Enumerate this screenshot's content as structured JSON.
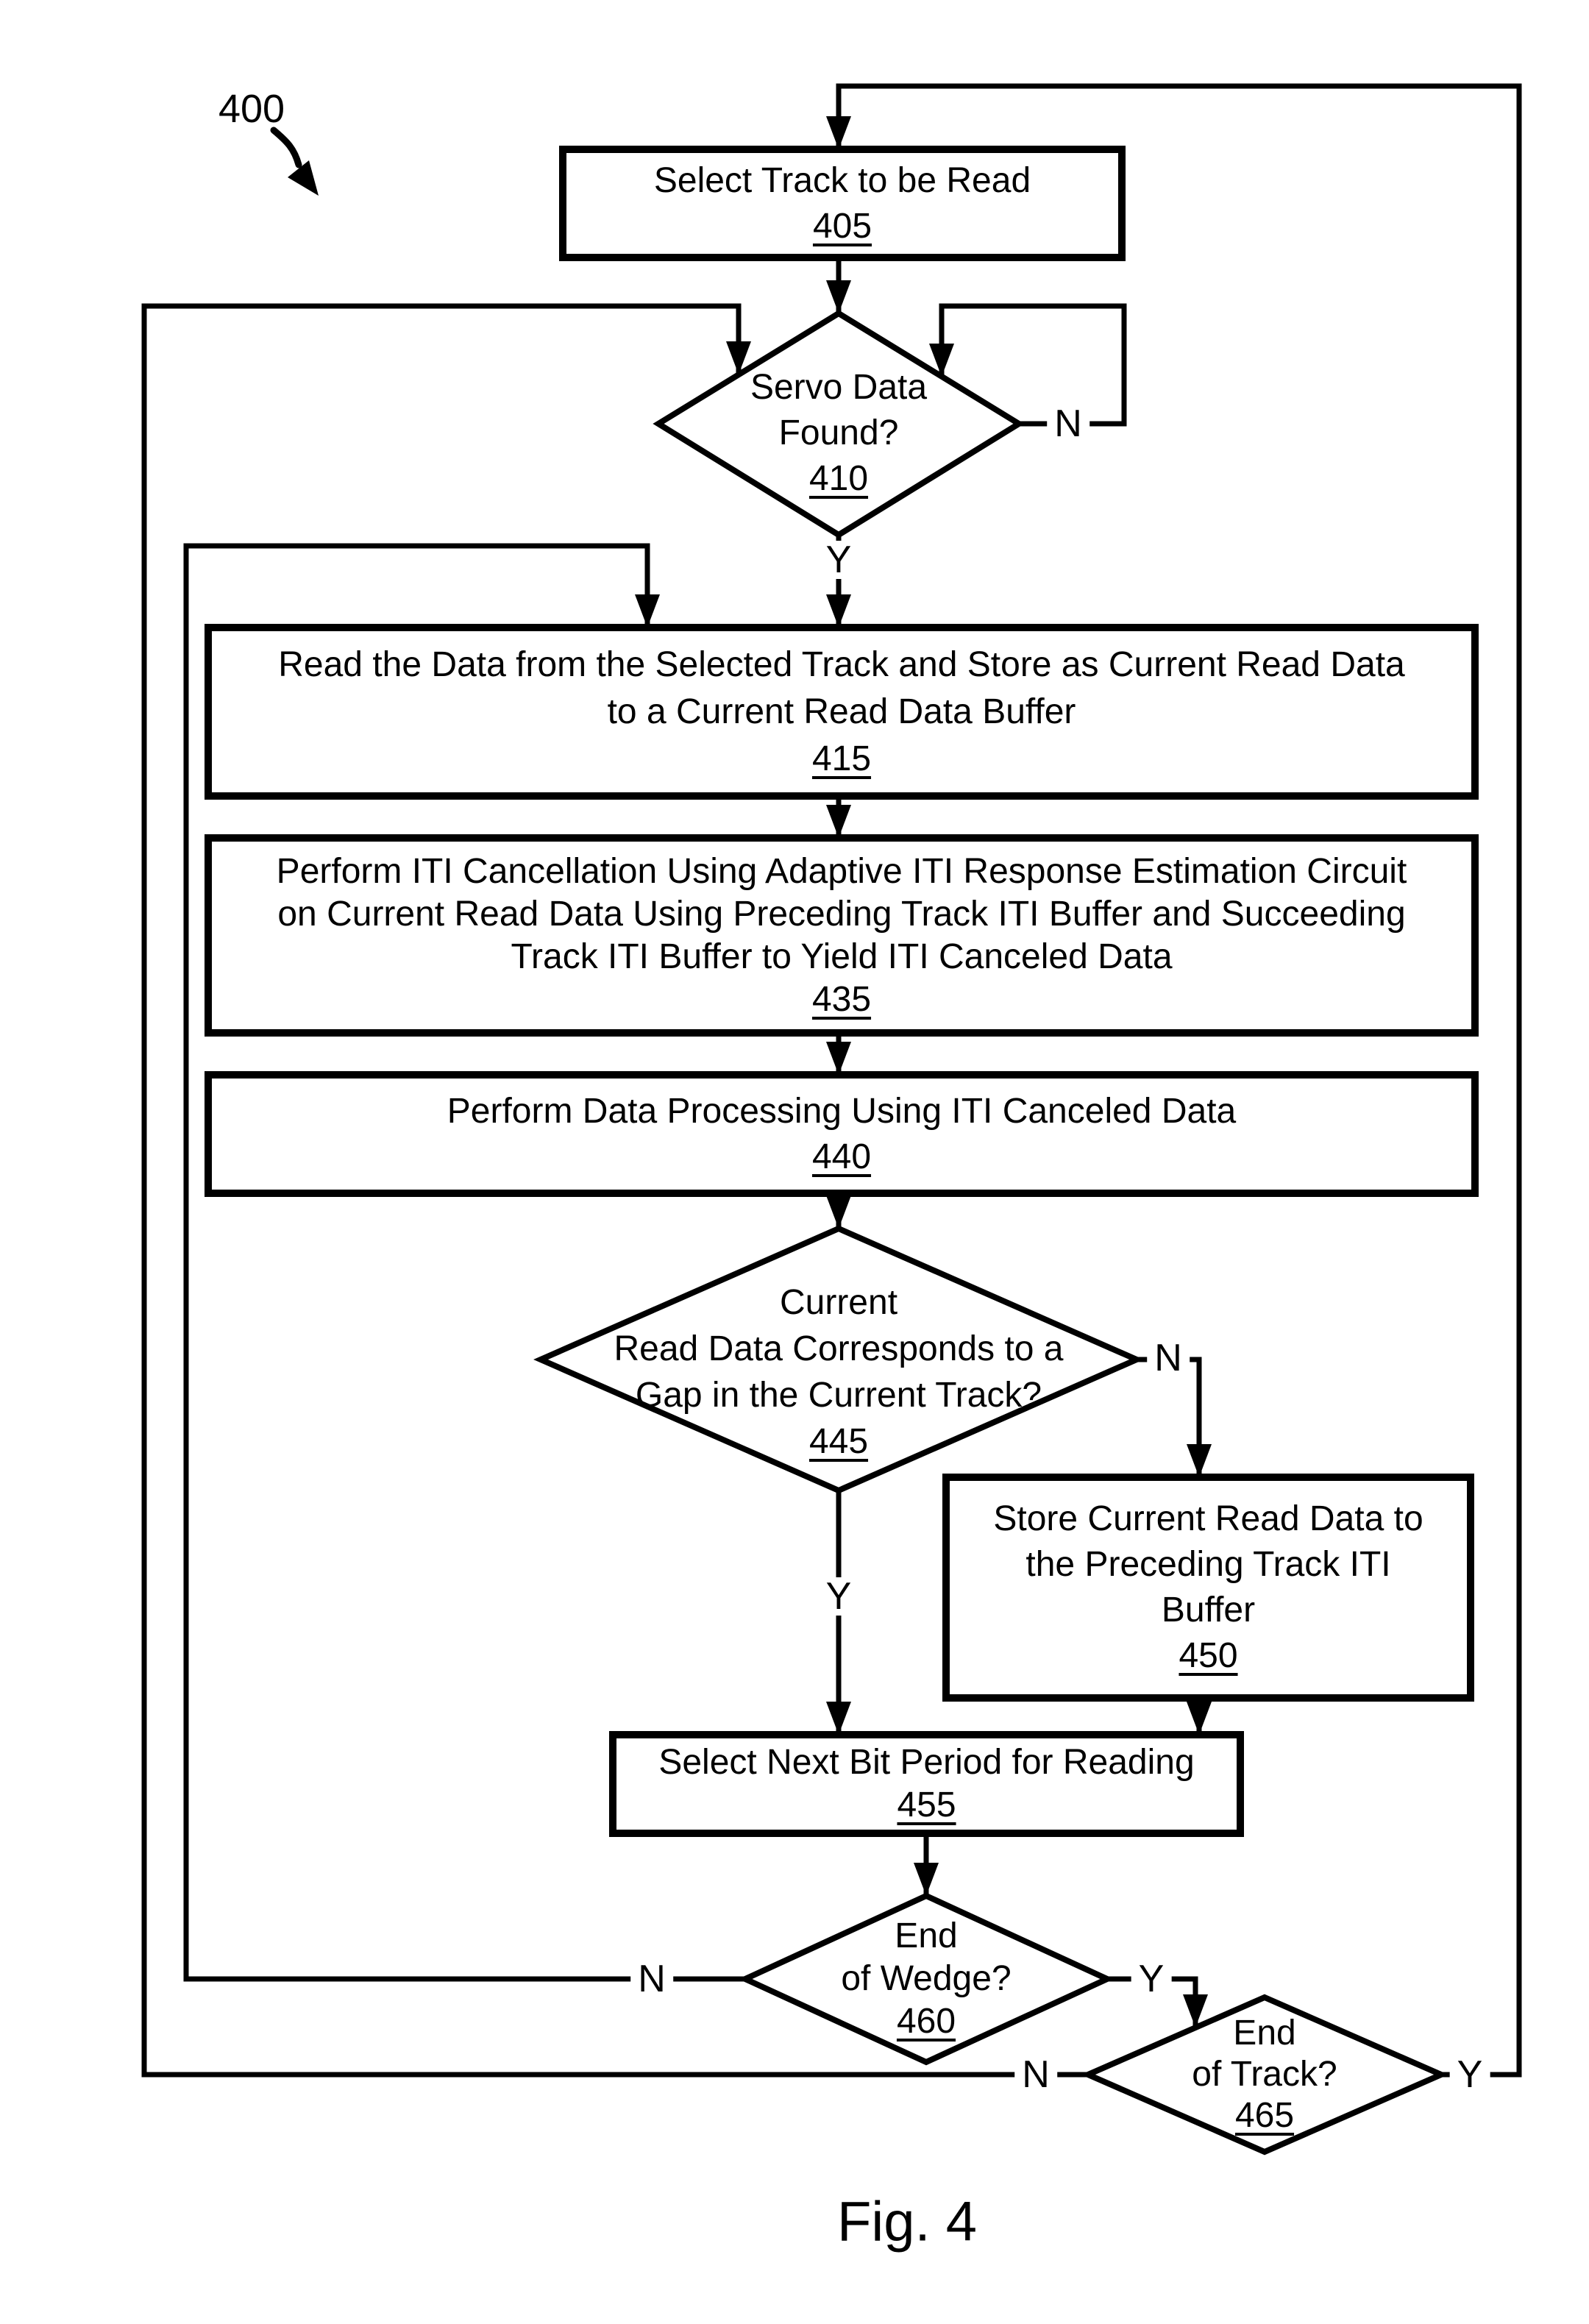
{
  "figure": {
    "caption": "Fig. 4",
    "diagram_number": "400"
  },
  "colors": {
    "ink": "#000000",
    "paper": "#ffffff"
  },
  "labels": {
    "yes": "Y",
    "no": "N"
  },
  "nodes": {
    "select_track": {
      "shape": "process",
      "lines": [
        "Select Track to be Read"
      ],
      "ref": "405"
    },
    "servo_found": {
      "shape": "decision",
      "lines": [
        "Servo Data",
        "Found?"
      ],
      "ref": "410"
    },
    "read_data": {
      "shape": "process",
      "lines": [
        "Read the Data from the Selected Track and Store as Current Read Data",
        "to a Current Read Data Buffer"
      ],
      "ref": "415"
    },
    "iti_cancel": {
      "shape": "process",
      "lines": [
        "Perform ITI Cancellation Using Adaptive ITI Response Estimation Circuit",
        "on Current Read Data Using Preceding Track ITI Buffer and Succeeding",
        "Track ITI Buffer to Yield ITI Canceled Data"
      ],
      "ref": "435"
    },
    "data_processing": {
      "shape": "process",
      "lines": [
        "Perform Data Processing Using ITI Canceled Data"
      ],
      "ref": "440"
    },
    "gap_check": {
      "shape": "decision",
      "lines": [
        "Current",
        "Read Data Corresponds to a",
        "Gap in the Current Track?"
      ],
      "ref": "445"
    },
    "store_buffer": {
      "shape": "process",
      "lines": [
        "Store Current Read Data to",
        "the Preceding Track ITI",
        "Buffer"
      ],
      "ref": "450"
    },
    "next_bit": {
      "shape": "process",
      "lines": [
        "Select Next Bit Period for Reading"
      ],
      "ref": "455"
    },
    "end_wedge": {
      "shape": "decision",
      "lines": [
        "End",
        "of Wedge?"
      ],
      "ref": "460"
    },
    "end_track": {
      "shape": "decision",
      "lines": [
        "End",
        "of Track?"
      ],
      "ref": "465"
    }
  },
  "edges": [
    {
      "from": "select_track",
      "to": "servo_found",
      "label": ""
    },
    {
      "from": "servo_found",
      "to": "servo_found",
      "label": "N"
    },
    {
      "from": "servo_found",
      "to": "read_data",
      "label": "Y"
    },
    {
      "from": "read_data",
      "to": "iti_cancel",
      "label": ""
    },
    {
      "from": "iti_cancel",
      "to": "data_processing",
      "label": ""
    },
    {
      "from": "data_processing",
      "to": "gap_check",
      "label": ""
    },
    {
      "from": "gap_check",
      "to": "store_buffer",
      "label": "N"
    },
    {
      "from": "gap_check",
      "to": "next_bit",
      "label": "Y"
    },
    {
      "from": "store_buffer",
      "to": "next_bit",
      "label": ""
    },
    {
      "from": "next_bit",
      "to": "end_wedge",
      "label": ""
    },
    {
      "from": "end_wedge",
      "to": "read_data",
      "label": "N"
    },
    {
      "from": "end_wedge",
      "to": "end_track",
      "label": "Y"
    },
    {
      "from": "end_track",
      "to": "servo_found",
      "label": "N"
    },
    {
      "from": "end_track",
      "to": "select_track",
      "label": "Y"
    }
  ]
}
